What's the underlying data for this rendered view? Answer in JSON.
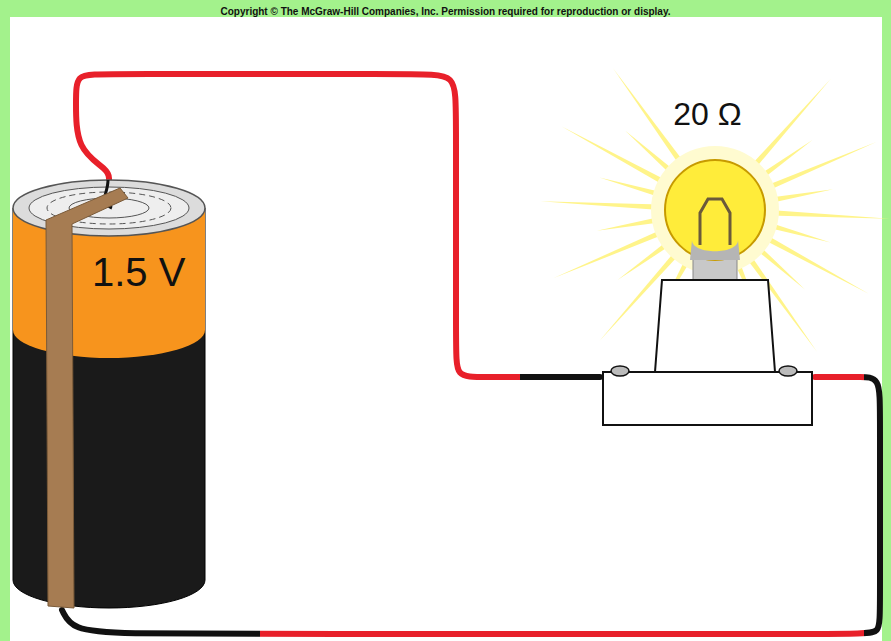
{
  "diagram": {
    "nodes": [
      {
        "text": [
          "1.5 V"
        ]
      },
      {
        "text": [
          "20 Ω"
        ]
      }
    ],
    "edges": [
      {
        "from": 0,
        "to": 1,
        "arrow": "none"
      },
      {
        "from": 0,
        "to": 1,
        "arrow": "none"
      }
    ],
    "labels": [
      "Copyright © The McGraw-Hill Companies, Inc. Permission required for reproduction or display."
    ]
  }
}
